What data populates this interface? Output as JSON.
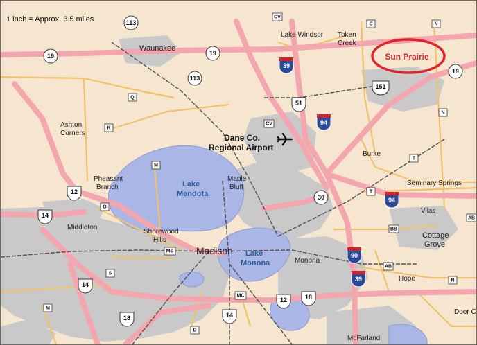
{
  "scale_note": "1 inch = Approx. 3.5 miles",
  "highlight": {
    "label": "Sun Prairie",
    "color": "#e0232a"
  },
  "cities": {
    "madison": "Madison",
    "waunakee": "Waunakee",
    "lake_windsor": "Lake Windsor",
    "token_creek_1": "Token",
    "token_creek_2": "Creek",
    "ashton_1": "Ashton",
    "ashton_2": "Corners",
    "pheasant_1": "Pheasant",
    "pheasant_2": "Branch",
    "maple_1": "Maple",
    "maple_2": "Bluff",
    "burke": "Burke",
    "seminary_springs": "Seminary Springs",
    "vilas": "Vilas",
    "cottage_1": "Cottage",
    "cottage_2": "Grove",
    "middleton": "Middleton",
    "shorewood_1": "Shorewood",
    "shorewood_2": "Hills",
    "monona": "Monona",
    "hope": "Hope",
    "mcfarland": "McFarland",
    "door_creek": "Door C"
  },
  "lakes": {
    "mendota_1": "Lake",
    "mendota_2": "Mendota",
    "monona_1": "Lake",
    "monona_2": "Monona"
  },
  "airport": {
    "line1": "Dane Co.",
    "line2": "Regional Airport",
    "icon": "airplane-icon"
  },
  "route_labels": {
    "us113_top": "113",
    "us113_mid": "113",
    "wi19_w": "19",
    "wi19_c": "19",
    "wi19_e": "19",
    "us12": "12",
    "us14_w": "14",
    "us14_s": "14",
    "us12_s": "12",
    "us18_s": "18",
    "us18_sw": "18",
    "us14_bot": "14",
    "wi30": "30",
    "us51": "51",
    "us151": "151",
    "i39_n": "39",
    "i94_n": "94",
    "i94_e": "94",
    "i90": "90",
    "i39_s": "39",
    "cv_top": "CV",
    "cv_air": "CV",
    "c": "C",
    "n_top": "N",
    "n_mid": "N",
    "n_bot": "N",
    "q_n": "Q",
    "q_s": "Q",
    "k": "K",
    "m_n": "M",
    "m_s": "M",
    "ms": "MS",
    "s": "S",
    "mc": "MC",
    "d": "D",
    "t_n": "T",
    "t_mid": "T",
    "bb": "BB",
    "ab": "AB",
    "ab_s": "AB"
  },
  "colors": {
    "land": "#f7e6cf",
    "urban": "#c9c9c9",
    "water": "#a9b6e6",
    "highway": "#f4a6ae",
    "county_road": "#f0c26a",
    "rail": "#555555",
    "interstate": "#2c4a9a",
    "interstate_top": "#d2232a"
  }
}
